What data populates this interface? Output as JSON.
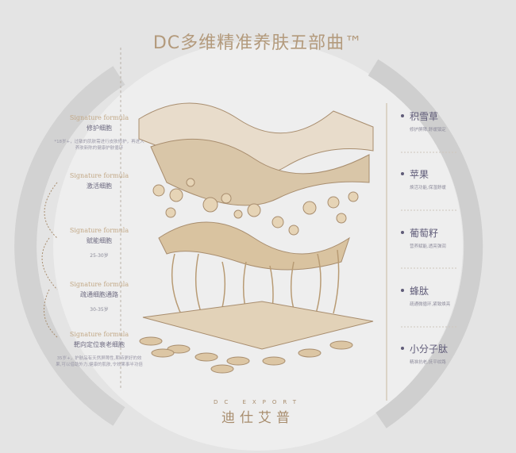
{
  "title": "DC多维精准养肤五部曲™",
  "left_items": [
    {
      "tag": "Signature formula",
      "name": "修护细胞",
      "desc": "*18岁+，过敏的肌肤需进行皮肤修护，再进入养肤新陈的健康护肤循环"
    },
    {
      "tag": "Signature formula",
      "name": "激活细胞"
    },
    {
      "tag": "Signature formula",
      "name": "赋能细胞",
      "age": "25-30岁"
    },
    {
      "tag": "Signature formula",
      "name": "疏通细胞通路",
      "age": "30-35岁"
    },
    {
      "tag": "Signature formula",
      "name": "靶向定位衰老细胞",
      "desc": "35岁+，护肤品有天然屏障性,期待更好的效果,可以借助外力,健康的肌肤,令效果事半功倍"
    }
  ],
  "right_items": [
    {
      "name": "积雪草",
      "desc": "修护屏障,舒缓镇定"
    },
    {
      "name": "苹果",
      "desc": "焕活功能,保湿舒缓"
    },
    {
      "name": "葡萄籽",
      "desc": "营养赋能,透亮弹润"
    },
    {
      "name": "蜂肽",
      "desc": "疏通微循环,紧致焕亮"
    },
    {
      "name": "小分子肽",
      "desc": "精准抗老,抚平纹路"
    }
  ],
  "logo": {
    "en": "DC EXPORT",
    "cn": "迪仕艾普"
  },
  "colors": {
    "gold": "#b39a7c",
    "text": "#5f5b78",
    "background": "#e4e4e4"
  }
}
